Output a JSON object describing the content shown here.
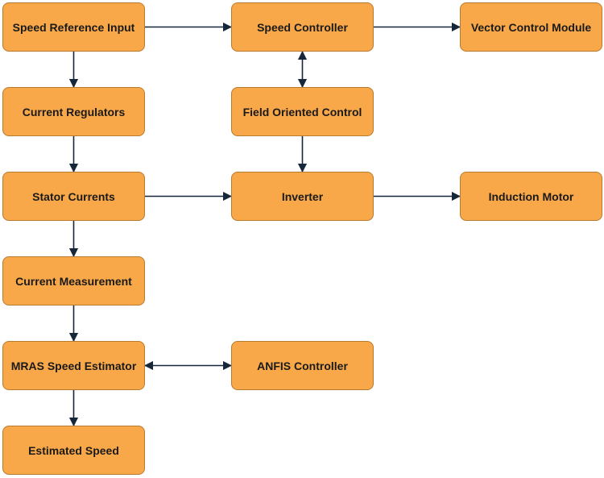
{
  "style": {
    "node_fill": "#F9A849",
    "node_border": "#B87A2E",
    "edge_color": "#16273A"
  },
  "nodes": [
    {
      "id": "speed-reference-input",
      "label": "Speed Reference Input"
    },
    {
      "id": "speed-controller",
      "label": "Speed Controller"
    },
    {
      "id": "vector-control-module",
      "label": "Vector Control Module"
    },
    {
      "id": "current-regulators",
      "label": "Current Regulators"
    },
    {
      "id": "field-oriented-control",
      "label": "Field Oriented Control"
    },
    {
      "id": "stator-currents",
      "label": "Stator Currents"
    },
    {
      "id": "inverter",
      "label": "Inverter"
    },
    {
      "id": "induction-motor",
      "label": "Induction Motor"
    },
    {
      "id": "current-measurement",
      "label": "Current Measurement"
    },
    {
      "id": "mras-speed-estimator",
      "label": "MRAS Speed Estimator"
    },
    {
      "id": "anfis-controller",
      "label": "ANFIS Controller"
    },
    {
      "id": "estimated-speed",
      "label": "Estimated Speed"
    }
  ],
  "edges": [
    {
      "from": "speed-reference-input",
      "to": "speed-controller",
      "bidirectional": false
    },
    {
      "from": "speed-controller",
      "to": "vector-control-module",
      "bidirectional": false
    },
    {
      "from": "speed-reference-input",
      "to": "current-regulators",
      "bidirectional": false
    },
    {
      "from": "speed-controller",
      "to": "field-oriented-control",
      "bidirectional": true
    },
    {
      "from": "current-regulators",
      "to": "stator-currents",
      "bidirectional": false
    },
    {
      "from": "field-oriented-control",
      "to": "inverter",
      "bidirectional": false
    },
    {
      "from": "stator-currents",
      "to": "inverter",
      "bidirectional": false
    },
    {
      "from": "inverter",
      "to": "induction-motor",
      "bidirectional": false
    },
    {
      "from": "stator-currents",
      "to": "current-measurement",
      "bidirectional": false
    },
    {
      "from": "current-measurement",
      "to": "mras-speed-estimator",
      "bidirectional": false
    },
    {
      "from": "mras-speed-estimator",
      "to": "anfis-controller",
      "bidirectional": true
    },
    {
      "from": "mras-speed-estimator",
      "to": "estimated-speed",
      "bidirectional": false
    }
  ]
}
